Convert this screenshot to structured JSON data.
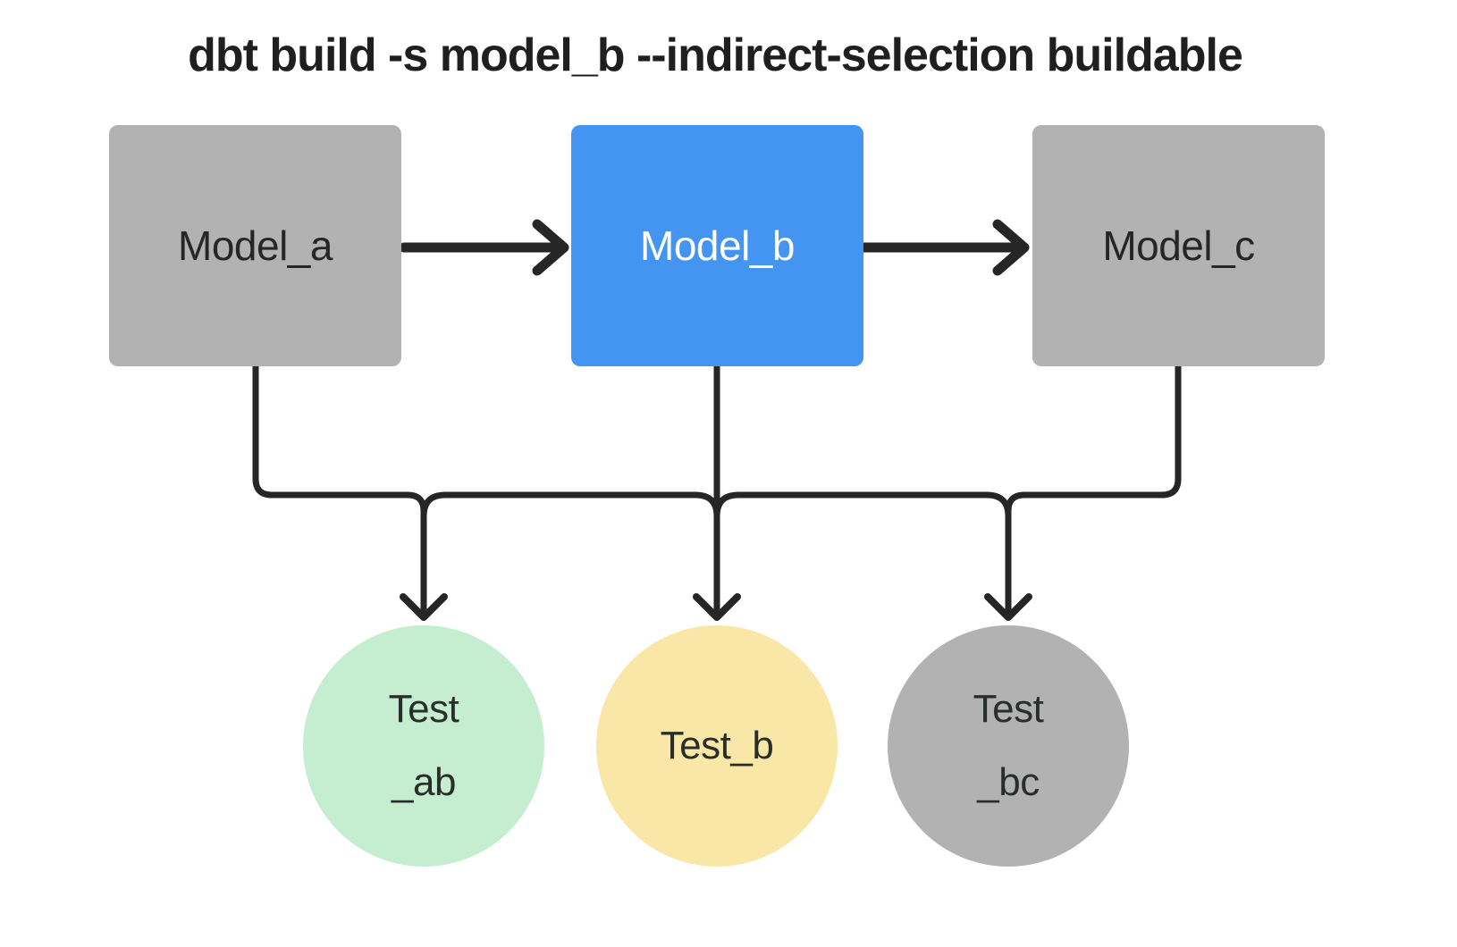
{
  "diagram": {
    "title": "dbt build -s model_b --indirect-selection buildable",
    "models": [
      {
        "label": "Model_a",
        "fill": "#b2b2b2",
        "text_color": "#262626",
        "state": "indirectly-selected"
      },
      {
        "label": "Model_b",
        "fill": "#4495f2",
        "text_color": "#ffffff",
        "state": "directly-selected"
      },
      {
        "label": "Model_c",
        "fill": "#b2b2b2",
        "text_color": "#262626",
        "state": "downstream"
      }
    ],
    "tests": [
      {
        "label_lines": [
          "Test",
          "_ab"
        ],
        "fill": "#c4eecf"
      },
      {
        "label_lines": [
          "Test_b"
        ],
        "fill": "#f9e7a8"
      },
      {
        "label_lines": [
          "Test",
          "_bc"
        ],
        "fill": "#b2b2b2"
      }
    ],
    "edges": [
      {
        "from": "Model_a",
        "to": "Model_b",
        "style": "arrow"
      },
      {
        "from": "Model_b",
        "to": "Model_c",
        "style": "arrow"
      },
      {
        "from": "Model_a",
        "to": "Test_ab",
        "style": "elbow-arrow"
      },
      {
        "from": "Model_b",
        "to": "Test_b",
        "style": "straight-arrow"
      },
      {
        "from": "Model_c",
        "to": "Test_bc",
        "style": "elbow-arrow"
      }
    ],
    "edge_color": "#262626",
    "background_color": "#ffffff",
    "title_color": "#1f1f1f"
  }
}
